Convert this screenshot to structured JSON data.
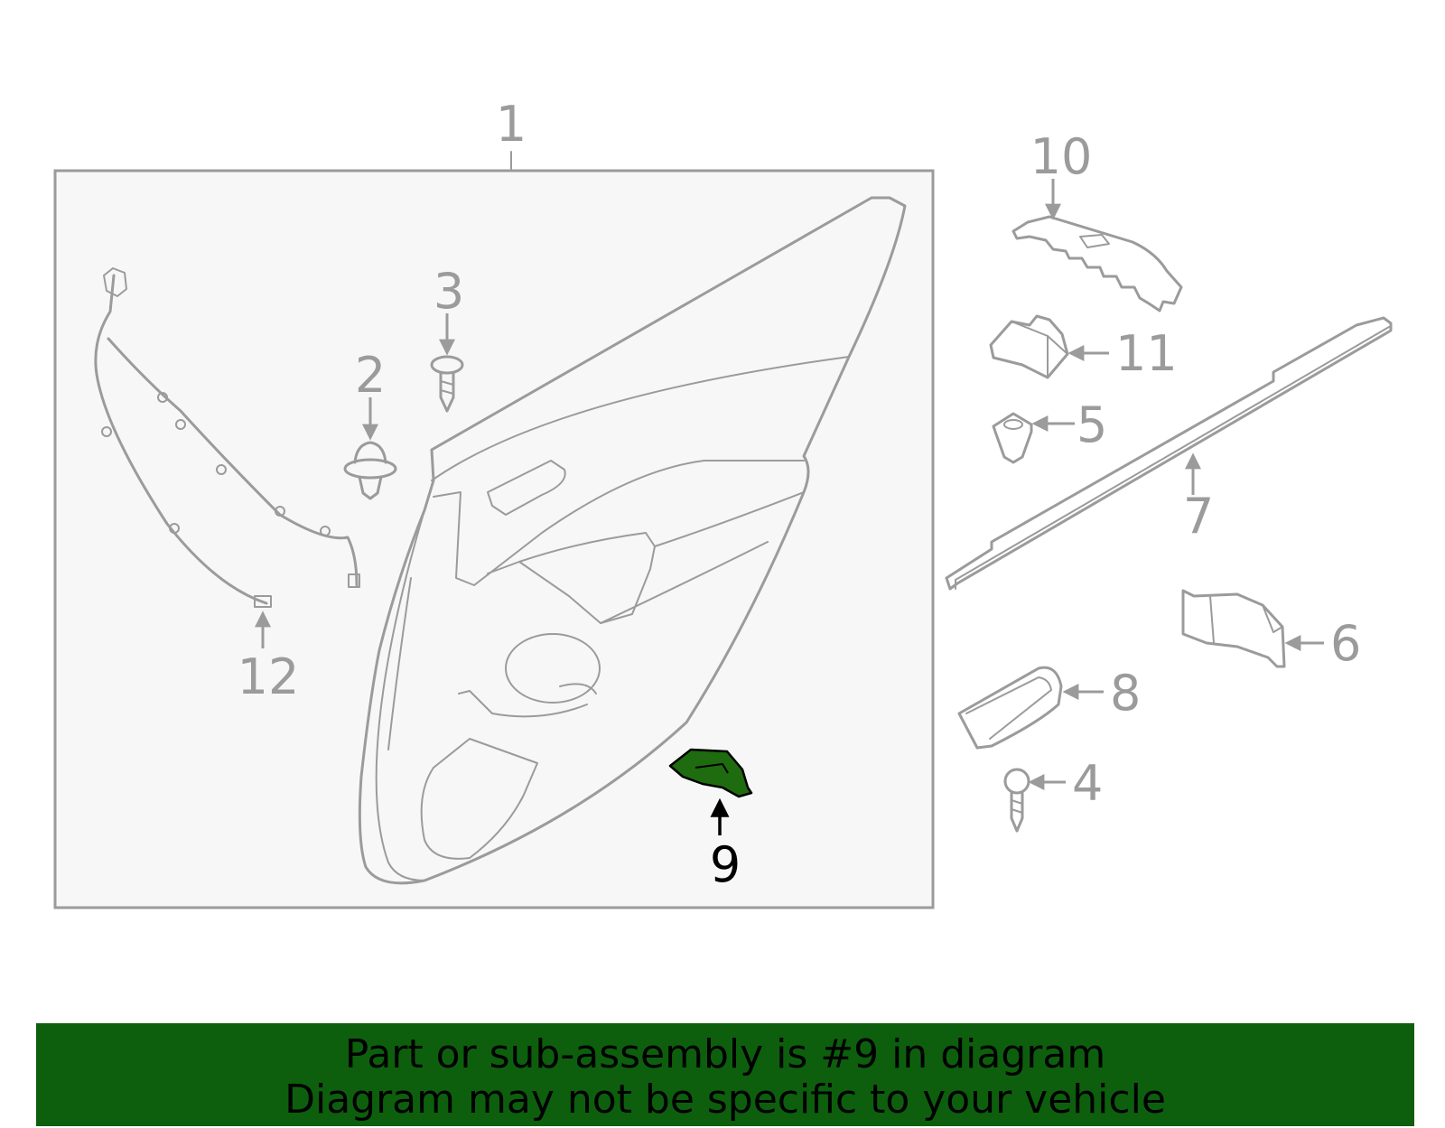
{
  "labels": {
    "p1": "1",
    "p2": "2",
    "p3": "3",
    "p4": "4",
    "p5": "5",
    "p6": "6",
    "p7": "7",
    "p8": "8",
    "p9": "9",
    "p10": "10",
    "p11": "11",
    "p12": "12"
  },
  "highlight": {
    "part": "9",
    "color": "#1f6b10"
  },
  "banner": {
    "line1": "Part or sub-assembly is #9 in diagram",
    "line2": "Diagram may not be specific to your vehicle",
    "color": "#0d5f0d"
  }
}
